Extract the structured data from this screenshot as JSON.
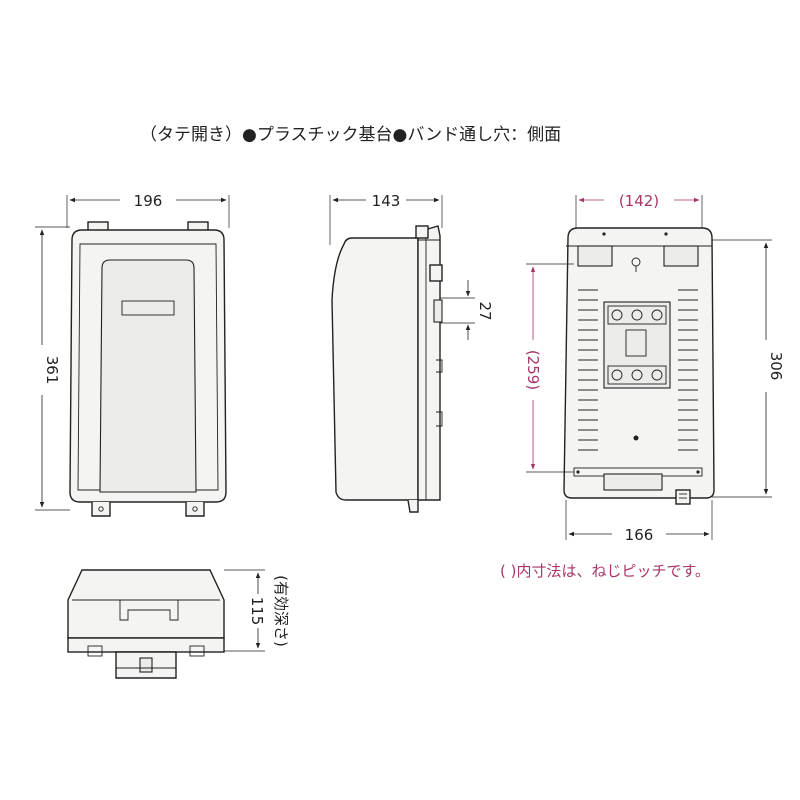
{
  "header": {
    "title": "（タテ開き）●プラスチック基台●バンド通し穴：側面"
  },
  "front_view": {
    "width_label": "196",
    "height_label": "361"
  },
  "side_view": {
    "depth_label": "143",
    "slot_label": "27"
  },
  "rear_view": {
    "pitch_width_label": "(142)",
    "pitch_height_label": "(259)",
    "height_label": "306",
    "width_label": "166"
  },
  "bottom_view": {
    "depth_label": "115",
    "depth_note": "(有効深さ)"
  },
  "note": {
    "text": "( )内寸法は、ねじピッチです。"
  },
  "colors": {
    "line": "#222222",
    "accent": "#a8356a",
    "fill": "#f4f4f2"
  }
}
